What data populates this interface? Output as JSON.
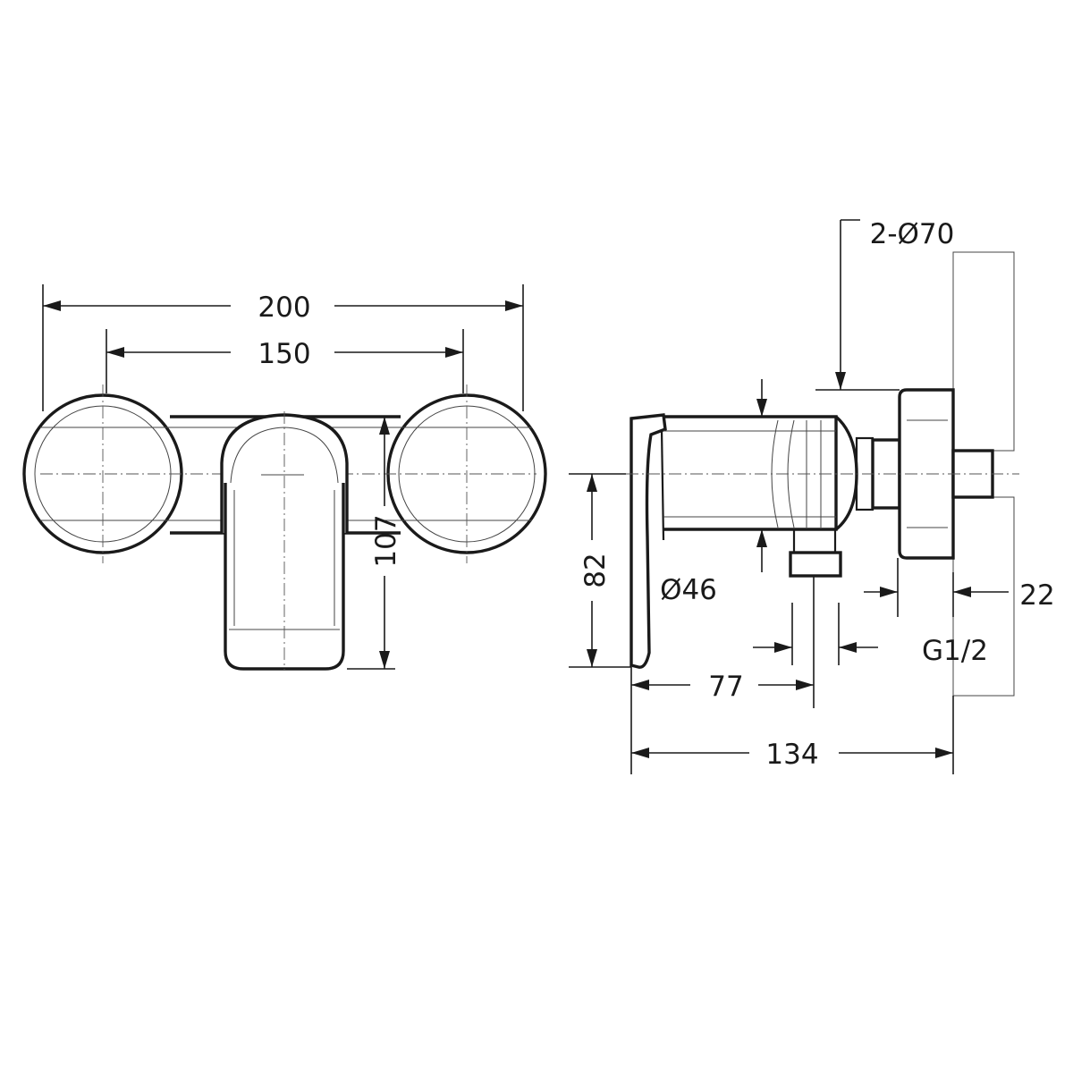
{
  "dimensions": {
    "overall_width": "200",
    "mount_spacing": "150",
    "height_front": "107",
    "height_side": "82",
    "body_diameter": "Ø46",
    "flange_diameter": "2-Ø70",
    "depth_to_outlet": "77",
    "overall_depth": "134",
    "inlet_length": "22",
    "thread": "G1/2"
  },
  "colors": {
    "line": "#1a1a1a",
    "background": "#ffffff",
    "hatch": "#555555"
  }
}
